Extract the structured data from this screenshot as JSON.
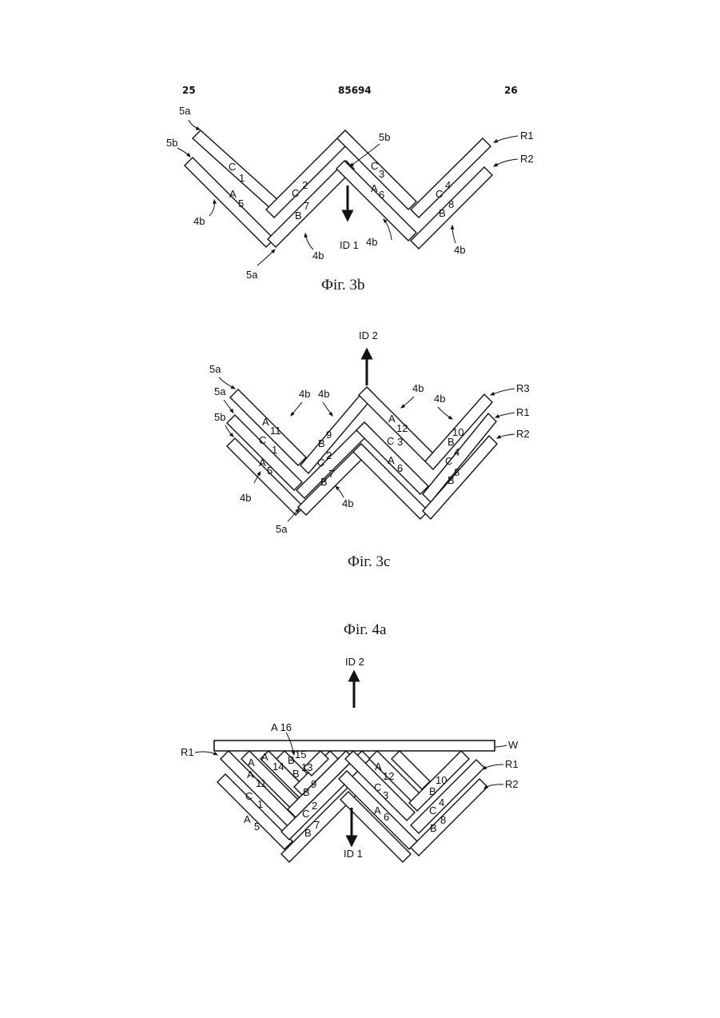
{
  "header": {
    "left_page": "25",
    "patent_number": "85694",
    "right_page": "26"
  },
  "fig3b": {
    "caption": "Фiг. 3b",
    "direction": "ID 1",
    "labels": {
      "a5a_top": "5a",
      "a5b_top": "5b",
      "a5b_mid": "5b",
      "a5a_bottom": "5a",
      "r1": "R1",
      "r2": "R2",
      "b4_left": "4b",
      "b4_mid": "4b",
      "b4_center": "4b",
      "b4_right": "4b",
      "c1": "C",
      "n1": "1",
      "a5": "A",
      "n5": "5",
      "c2": "C",
      "n2": "2",
      "b7": "B",
      "n7": "7",
      "c3": "C",
      "n3": "3",
      "a6": "A",
      "n6": "6",
      "c4": "C",
      "n4": "4",
      "b8": "B",
      "n8": "8"
    }
  },
  "fig3c": {
    "caption": "Фiг. 3c",
    "direction": "ID 2",
    "labels": {
      "a5a_1": "5a",
      "a5a_2": "5a",
      "a5b": "5b",
      "a5a_bottom": "5a",
      "r3": "R3",
      "r1": "R1",
      "r2": "R2",
      "b4_1": "4b",
      "b4_2": "4b",
      "b4_3": "4b",
      "b4_4": "4b",
      "b4_5": "4b",
      "b4_6": "4b",
      "a11": "A",
      "n11": "11",
      "c1": "C",
      "n1": "1",
      "a5": "A",
      "n5": "5",
      "b9": "B",
      "n9": "9",
      "c2": "C",
      "n2": "2",
      "b7": "B",
      "n7": "7",
      "a12": "A",
      "n12": "12",
      "c3": "C",
      "n3": "3",
      "a6": "A",
      "n6": "6",
      "b10": "B",
      "n10": "10",
      "c4": "C",
      "n4": "4",
      "b8": "B",
      "n8": "8"
    }
  },
  "fig4a": {
    "caption": "Фiг. 4a",
    "direction_up": "ID 2",
    "direction_down": "ID 1",
    "labels": {
      "a16": "A 16",
      "w": "W",
      "r1_left": "R1",
      "r1_right": "R1",
      "r2": "R2",
      "a14": "A",
      "n14": "14",
      "a_small": "A",
      "b15": "B",
      "n15": "15",
      "b13": "B",
      "n13": "13",
      "a11": "A",
      "n11": "11",
      "b9": "B",
      "n9": "9",
      "c1": "C",
      "n1": "1",
      "c2": "C",
      "n2": "2",
      "a5": "A",
      "n5": "5",
      "b7": "B",
      "n7": "7",
      "a12": "A",
      "n12": "12",
      "c3": "C",
      "n3": "3",
      "a6": "A",
      "n6": "6",
      "b10": "B",
      "n10": "10",
      "c4": "C",
      "n4": "4",
      "b8": "B",
      "n8": "8"
    }
  }
}
